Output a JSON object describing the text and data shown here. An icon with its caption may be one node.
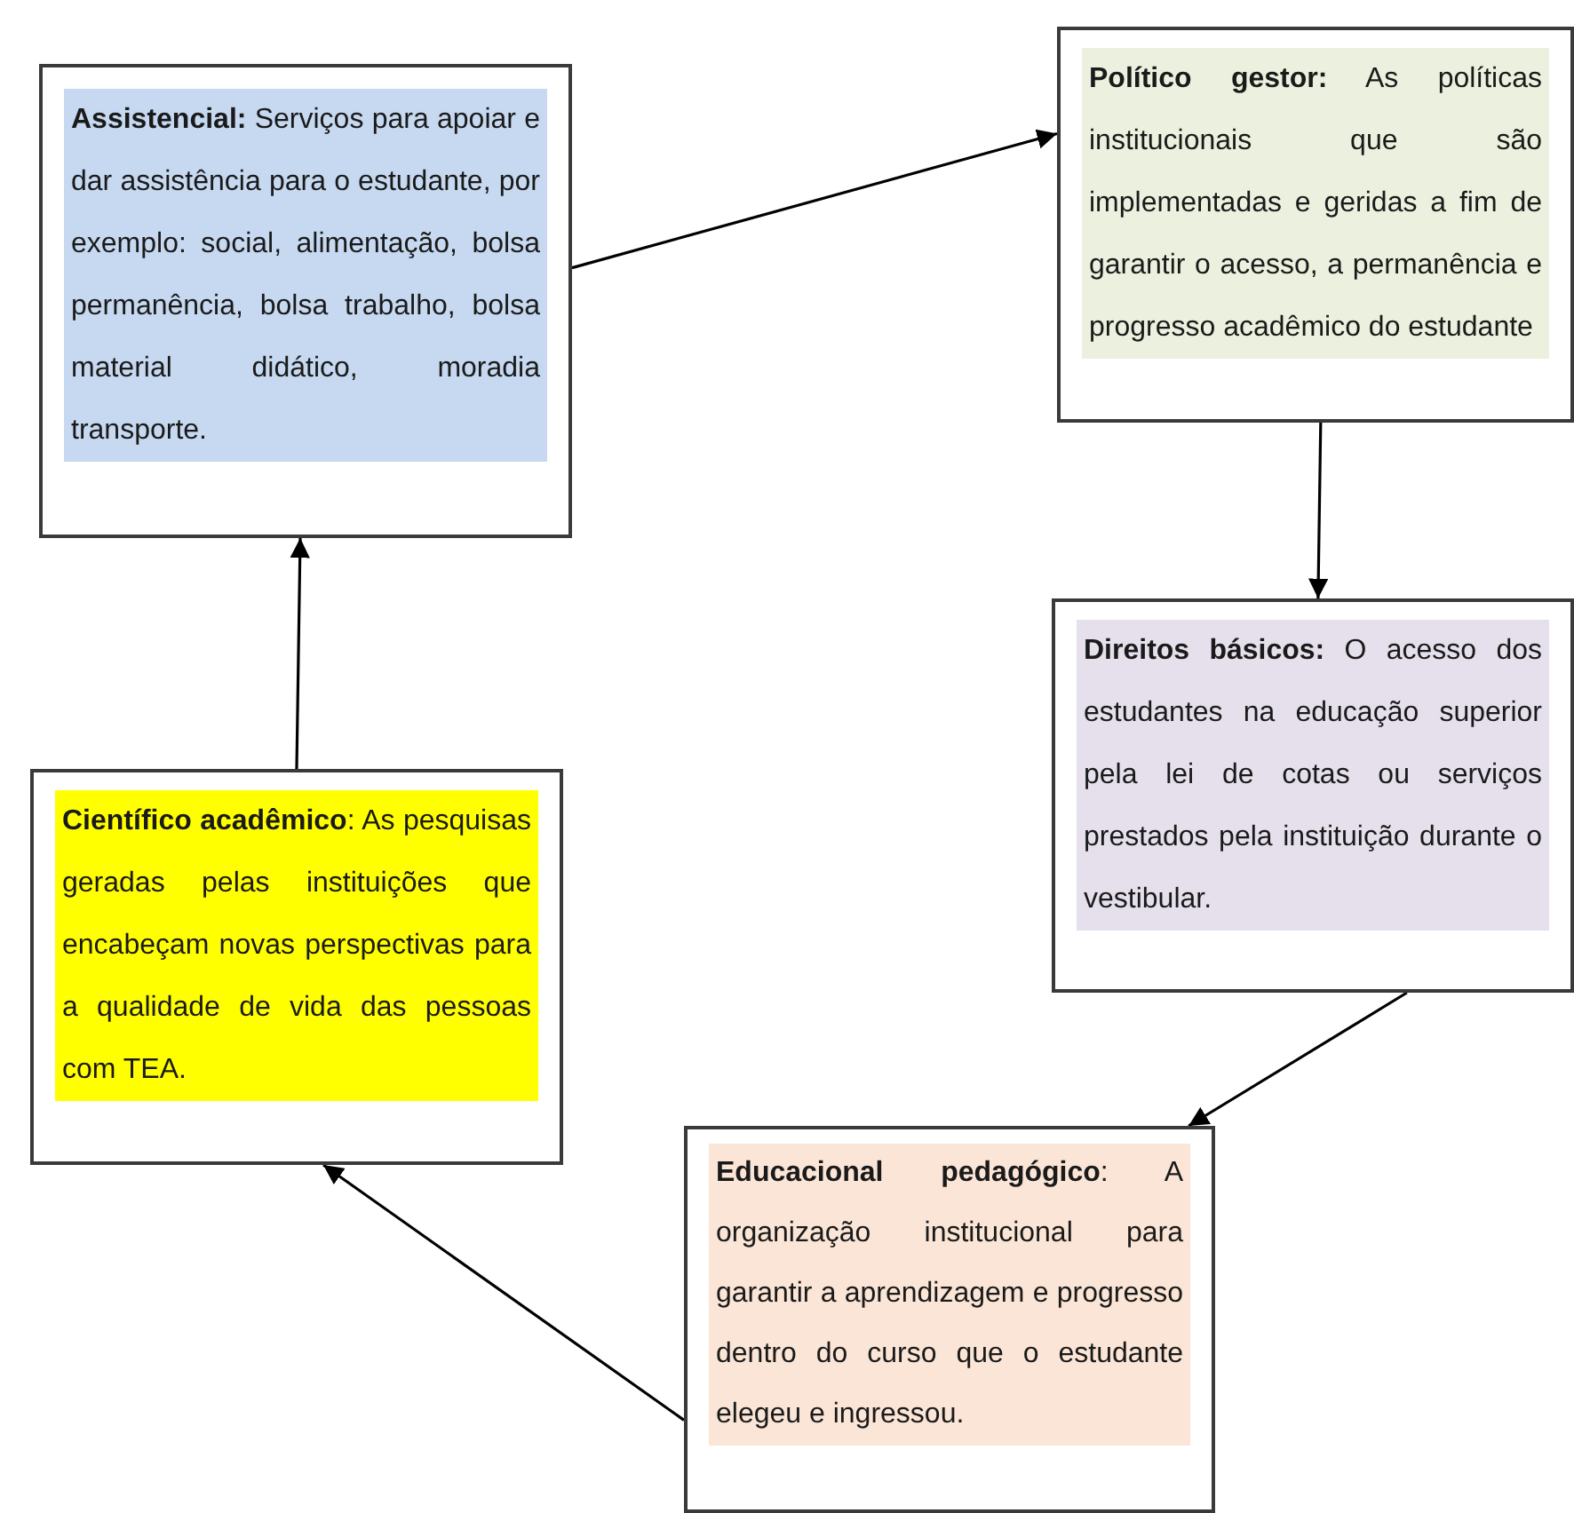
{
  "diagram": {
    "nodes": [
      {
        "text": [
          "**Assistencial:** Serviços para apoiar e dar assistência para o estudante, por exemplo: social, alimentação, bolsa permanência, bolsa trabalho, bolsa material didático, moradia transporte."
        ]
      },
      {
        "text": [
          "**Político gestor:** As políticas institucionais que são implementadas e geridas a fim de garantir o acesso, a permanência e progresso acadêmico do estudante"
        ]
      },
      {
        "text": [
          "**Direitos básicos:** O acesso dos estudantes na educação superior pela lei de cotas ou serviços prestados pela instituição durante o vestibular."
        ]
      },
      {
        "text": [
          "**Científico acadêmico**: As pesquisas geradas pelas instituições que encabeçam novas perspectivas para a qualidade de vida das pessoas com TEA."
        ]
      },
      {
        "text": [
          "**Educacional pedagógico**: A organização institucional para garantir a aprendizagem e progresso dentro do curso que o estudante elegeu e ingressou."
        ]
      }
    ],
    "edges": [
      {
        "from": 0,
        "to": 1,
        "arrow": "to"
      },
      {
        "from": 1,
        "to": 2,
        "arrow": "to"
      },
      {
        "from": 2,
        "to": 4,
        "arrow": "to"
      },
      {
        "from": 4,
        "to": 3,
        "arrow": "to"
      },
      {
        "from": 3,
        "to": 0,
        "arrow": "to"
      }
    ]
  }
}
